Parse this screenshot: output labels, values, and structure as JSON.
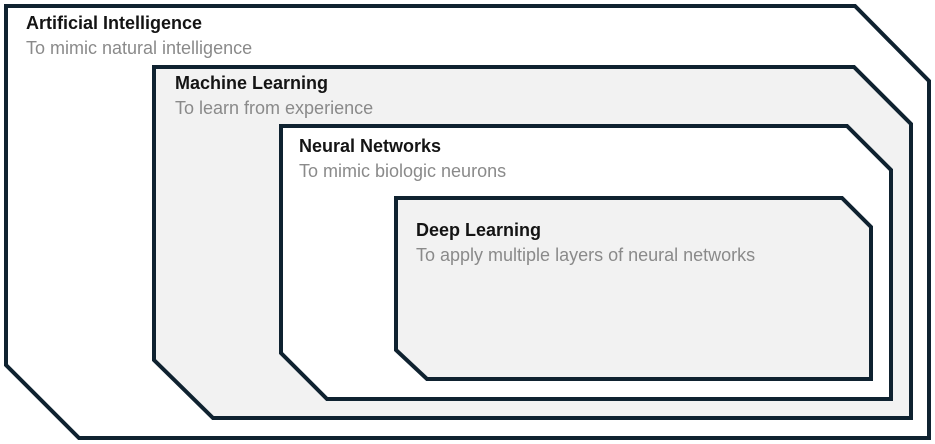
{
  "layers": [
    {
      "title": "Artificial Intelligence",
      "description": "To mimic natural intelligence",
      "fill": "#ffffff"
    },
    {
      "title": "Machine Learning",
      "description": "To learn from experience",
      "fill": "#f2f2f2"
    },
    {
      "title": "Neural Networks",
      "description": "To mimic biologic neurons",
      "fill": "#ffffff"
    },
    {
      "title": "Deep Learning",
      "description": "To apply multiple layers of neural networks",
      "fill": "#f2f2f2"
    }
  ],
  "colors": {
    "outline": "#0f2230",
    "title": "#141414",
    "description": "#8a8a8a"
  }
}
